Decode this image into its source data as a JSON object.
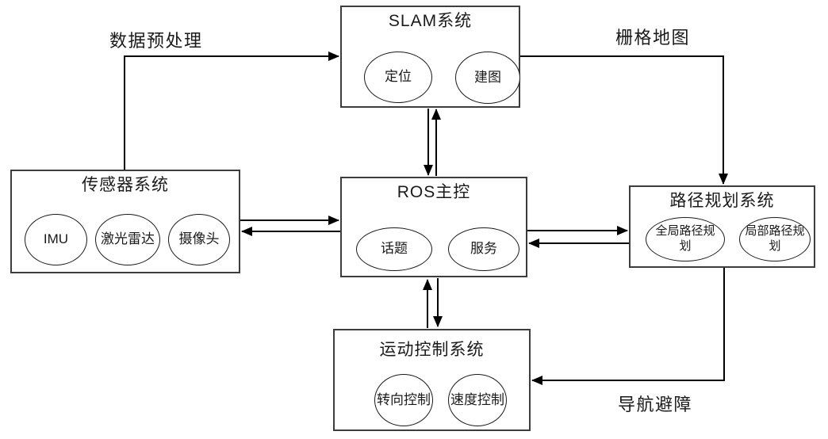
{
  "colors": {
    "line": "#000000",
    "box_border": "#3d3d3d",
    "background": "#ffffff"
  },
  "nodes": {
    "slam": {
      "title": "SLAM系统",
      "items": {
        "localization": "定位",
        "mapping": "建图"
      }
    },
    "sensor": {
      "title": "传感器系统",
      "items": {
        "imu": "IMU",
        "lidar": "激光雷达",
        "camera": "摄像头"
      }
    },
    "ros": {
      "title": "ROS主控",
      "items": {
        "topic": "话题",
        "service": "服务"
      }
    },
    "path_planning": {
      "title": "路径规划系统",
      "items": {
        "global": "全局路径规划",
        "local": "局部路径规划"
      }
    },
    "motion": {
      "title": "运动控制系统",
      "items": {
        "steering": "转向控制",
        "speed": "速度控制"
      }
    }
  },
  "edge_labels": {
    "preprocess": "数据预处理",
    "grid_map": "栅格地图",
    "navigation": "导航避障"
  }
}
